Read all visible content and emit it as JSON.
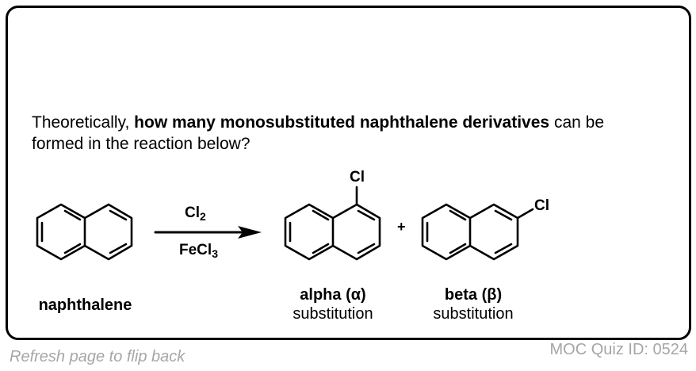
{
  "question": {
    "prefix": "Theoretically, ",
    "bold": "how many monosubstituted naphthalene derivatives",
    "suffix_line1": " can be",
    "line2": "formed in the reaction below?"
  },
  "reaction": {
    "reactant_label": "naphthalene",
    "reagent_top": "Cl",
    "reagent_top_sub": "2",
    "reagent_bottom": "FeCl",
    "reagent_bottom_sub": "3",
    "plus": "+",
    "products": [
      {
        "substituent": "Cl",
        "label_bold": "alpha (α)",
        "label_sub": "substitution"
      },
      {
        "substituent": "Cl",
        "label_bold": "beta (β)",
        "label_sub": "substitution"
      }
    ]
  },
  "footer": {
    "flip_hint": "Refresh page to flip back",
    "quiz_id": "MOC Quiz ID: 0524"
  }
}
